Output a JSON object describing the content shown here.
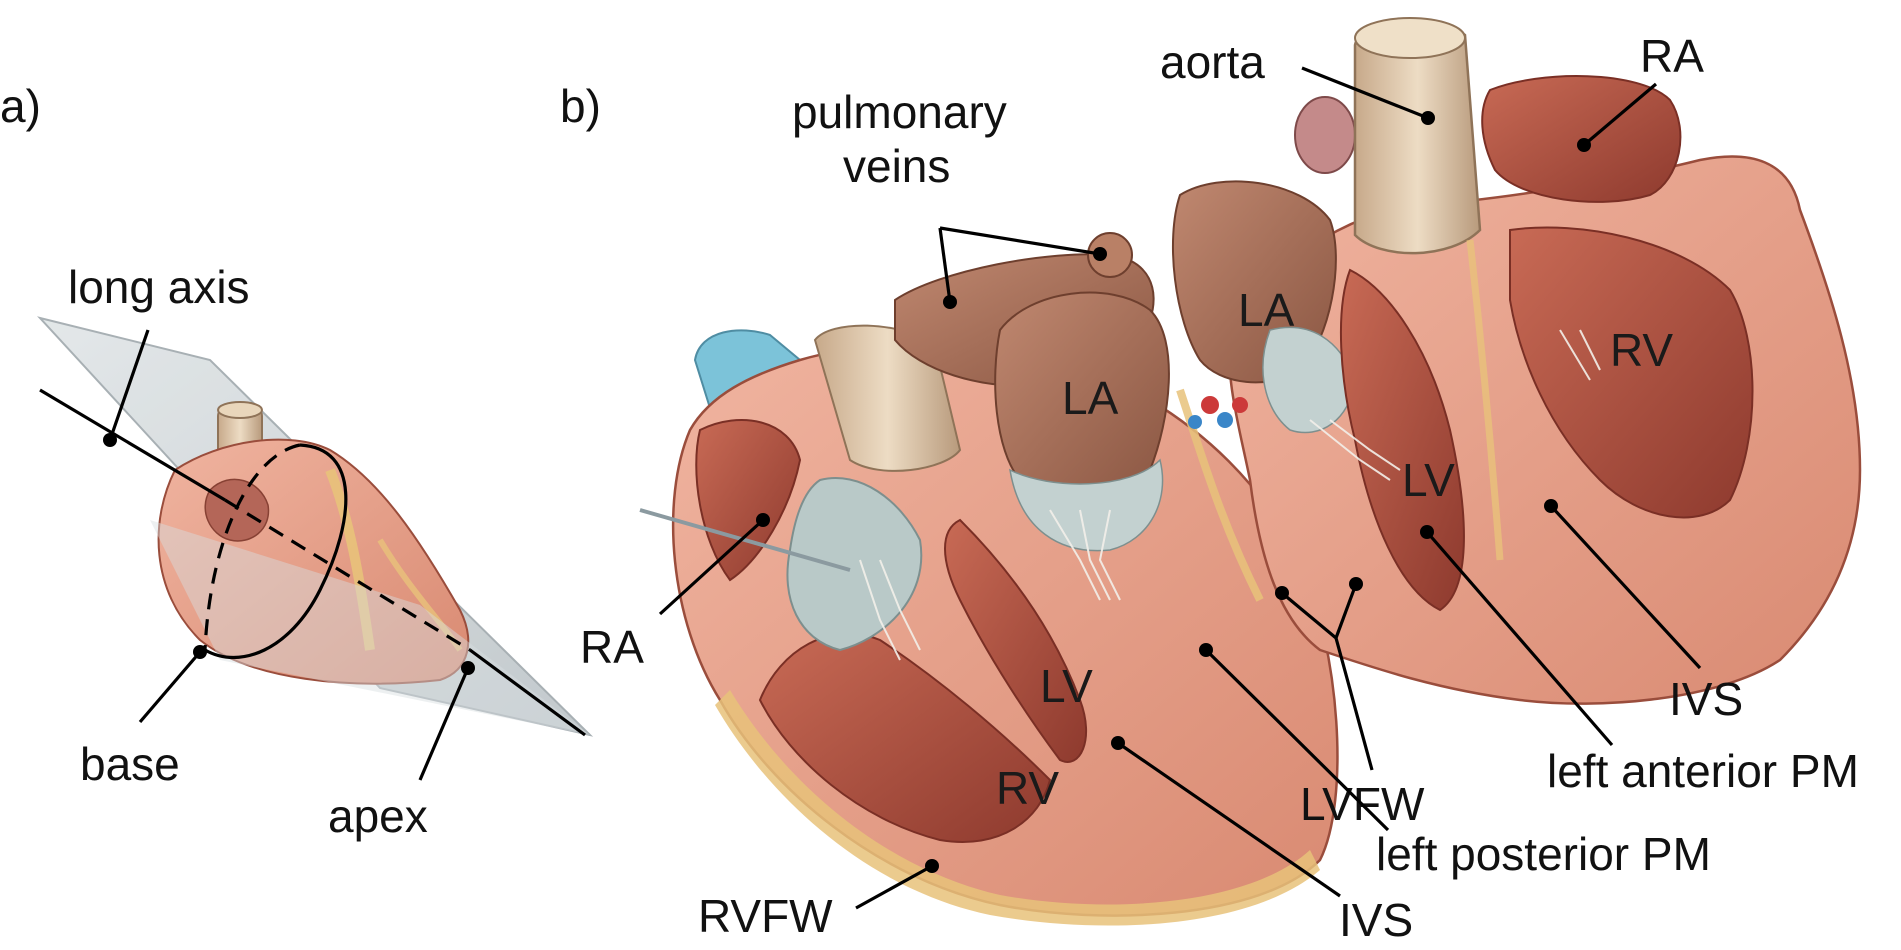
{
  "panels": {
    "a": {
      "tag": "a)",
      "labels": {
        "long_axis": "long axis",
        "base": "base",
        "apex": "apex"
      }
    },
    "b": {
      "tag": "b)",
      "labels": {
        "pulmonary_veins_line1": "pulmonary",
        "pulmonary_veins_line2": "veins",
        "aorta": "aorta",
        "ra_top": "RA",
        "la_left": "LA",
        "la_right": "LA",
        "rv_right": "RV",
        "lv_right": "LV",
        "ra_left": "RA",
        "lv_left": "LV",
        "rv_left": "RV",
        "ivs_right": "IVS",
        "left_anterior_pm": "left anterior PM",
        "lvfw": "LVFW",
        "left_posterior_pm": "left posterior PM",
        "ivs_bottom": "IVS",
        "rvfw": "RVFW"
      }
    }
  },
  "colors": {
    "myocardium": "#e9a08c",
    "muscle_dark": "#b65a4a",
    "atrium_brown": "#b07a60",
    "vessel_tan": "#d9c3a5",
    "fat_yellow": "#e8c27a",
    "valve_grey": "#b9c9c8",
    "vein_blue": "#7cc3d9",
    "plane_grey": "#c9d0d3"
  }
}
